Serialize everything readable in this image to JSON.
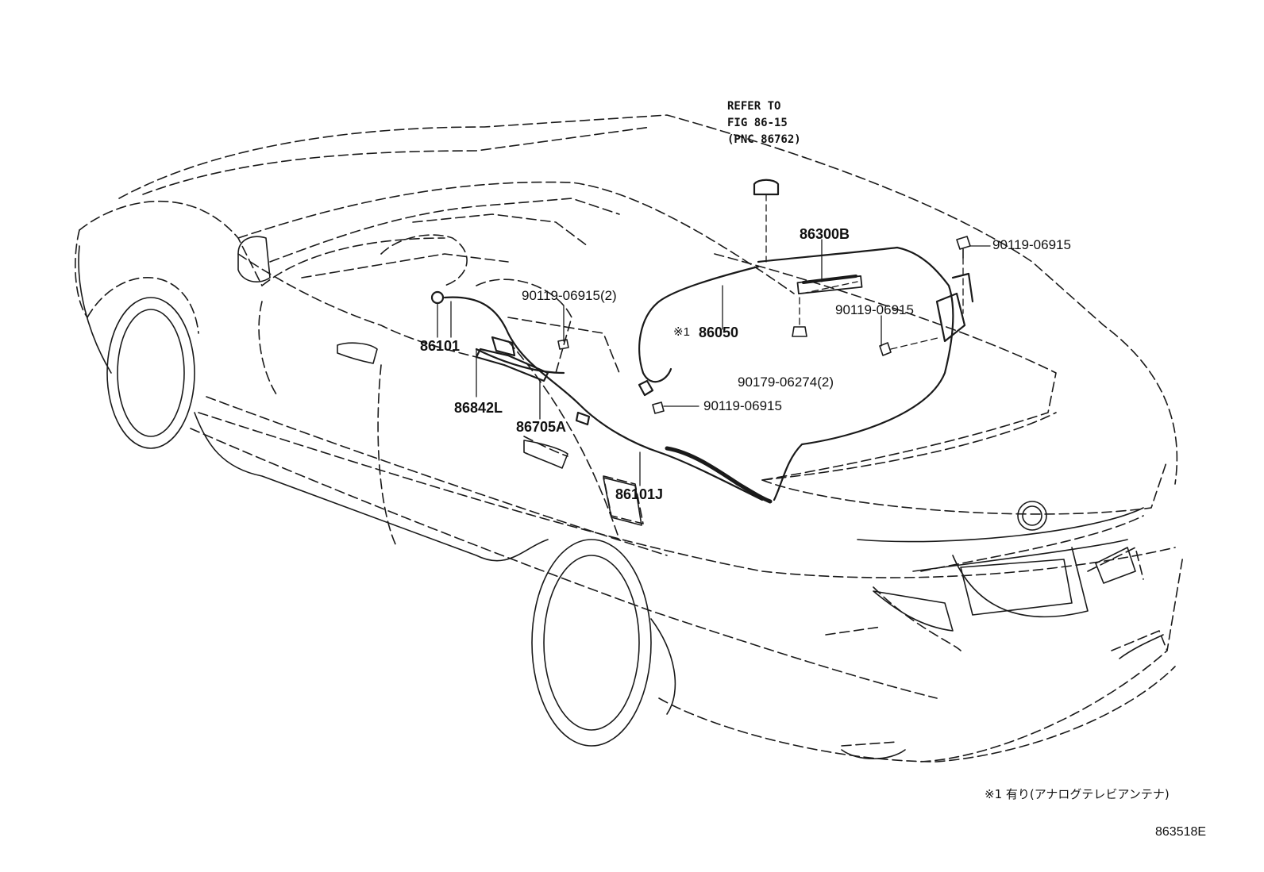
{
  "refer": {
    "line1": "REFER TO",
    "line2": "FIG 86-15",
    "line3": "(PNC 86762)"
  },
  "labels": {
    "p86300B": "86300B",
    "p90119_06915_right": "90119-06915",
    "p90119_06915_2": "90119-06915(2)",
    "p86050_mark": "※1",
    "p86050": "86050",
    "p90119_06915_mid": "90119-06915",
    "p86101": "86101",
    "p90179": "90179-06274(2)",
    "p90119_06915_lower": "90119-06915",
    "p86842L": "86842L",
    "p86705A": "86705A",
    "p86101J": "86101J"
  },
  "footnote": "※1 有り(アナログテレビアンテナ)",
  "figure_code": "863518E",
  "colors": {
    "line": "#1a1a1a",
    "background": "#ffffff"
  }
}
